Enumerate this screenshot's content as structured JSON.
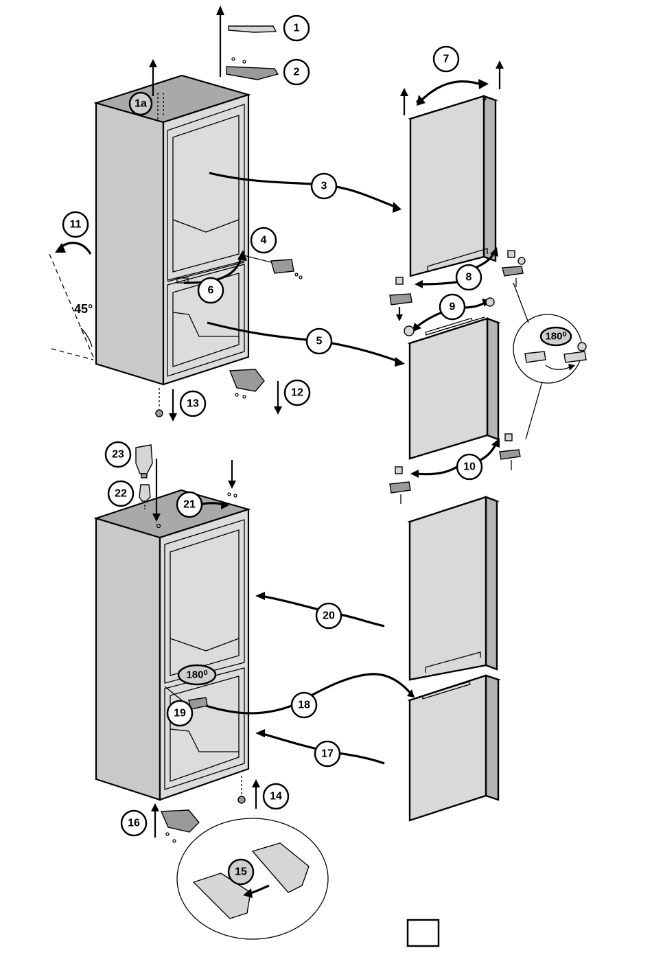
{
  "callouts": {
    "c1": "1",
    "c1a": "1a",
    "c2": "2",
    "c3": "3",
    "c4": "4",
    "c5": "5",
    "c6": "6",
    "c7": "7",
    "c8": "8",
    "c9": "9",
    "c10": "10",
    "c11": "11",
    "c12": "12",
    "c13": "13",
    "c14": "14",
    "c15": "15",
    "c16": "16",
    "c17": "17",
    "c18": "18",
    "c19": "19",
    "c20": "20",
    "c21": "21",
    "c22": "22",
    "c23": "23"
  },
  "angle_label": "45°",
  "rotation_label_hinge": "180⁰",
  "rotation_label_bracket": "180⁰",
  "colors": {
    "line": "#000000",
    "panel": "#d9d9d9",
    "top": "#a9a9a9"
  }
}
